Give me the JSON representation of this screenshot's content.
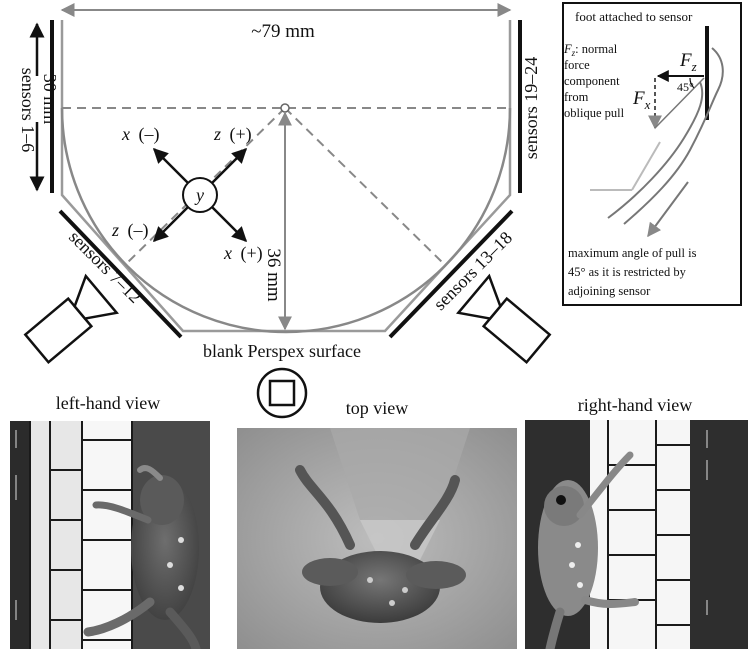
{
  "diagram": {
    "width_label": "~79 mm",
    "left_height_label": "30 mm",
    "center_depth_label": "36 mm",
    "sensor_groups": {
      "left": "sensors 1–6",
      "lower_left": "sensors 7–12",
      "lower_right": "sensors 13–18",
      "right": "sensors 19–24"
    },
    "surface_label": "blank Perspex surface",
    "axes": {
      "center": "y",
      "upper_left": "x",
      "upper_left_sign": "(–)",
      "upper_right": "z",
      "upper_right_sign": "(+)",
      "lower_left": "z",
      "lower_left_sign": "(–)",
      "lower_right": "x",
      "lower_right_sign": "(+)"
    }
  },
  "inset": {
    "title": "foot attached to sensor",
    "fz_symbol": "F",
    "fz_sub": "z",
    "fz_desc_suffix": ": normal",
    "fz_desc_lines": [
      "force",
      "component",
      "from",
      "oblique pull"
    ],
    "fx_symbol": "F",
    "fx_sub": "x",
    "angle_label": "45°",
    "note_lines": [
      "maximum angle of pull is",
      "45° as it is restricted by",
      "adjoining sensor"
    ]
  },
  "views": {
    "left": "left-hand view",
    "top": "top view",
    "right": "right-hand view"
  }
}
